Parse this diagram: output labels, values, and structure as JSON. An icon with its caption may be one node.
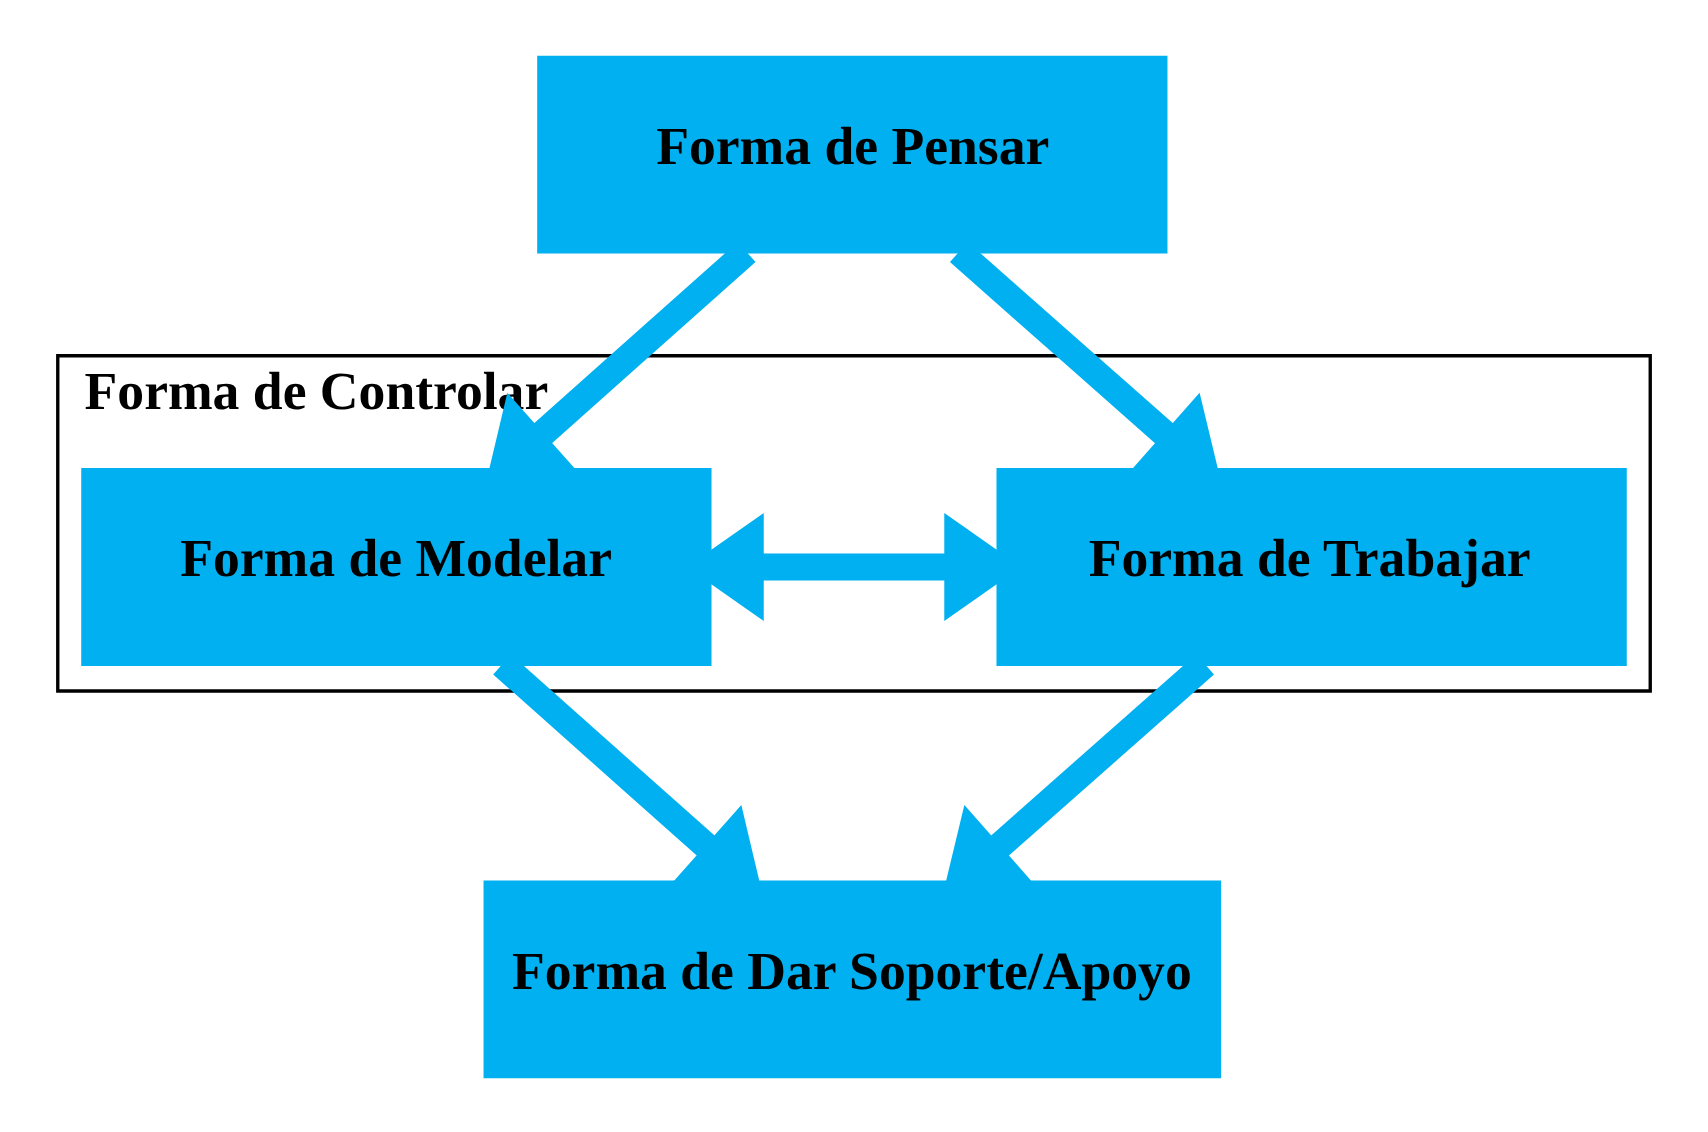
{
  "diagram": {
    "nodes": [
      {
        "text": [
          "Forma de Pensar"
        ]
      },
      {
        "text": [
          "Forma de Controlar"
        ]
      },
      {
        "text": [
          "Forma de Modelar"
        ],
        "in": 1
      },
      {
        "text": [
          "Forma de Trabajar"
        ],
        "in": 1
      },
      {
        "text": [
          "Forma de Dar Soporte/Apoyo"
        ]
      }
    ],
    "edges": [
      {
        "from": 0,
        "to": 2,
        "arrow": "to"
      },
      {
        "from": 0,
        "to": 3,
        "arrow": "to"
      },
      {
        "from": 2,
        "to": 3,
        "arrow": "both"
      },
      {
        "from": 2,
        "to": 4,
        "arrow": "to"
      },
      {
        "from": 3,
        "to": 4,
        "arrow": "to"
      }
    ]
  }
}
